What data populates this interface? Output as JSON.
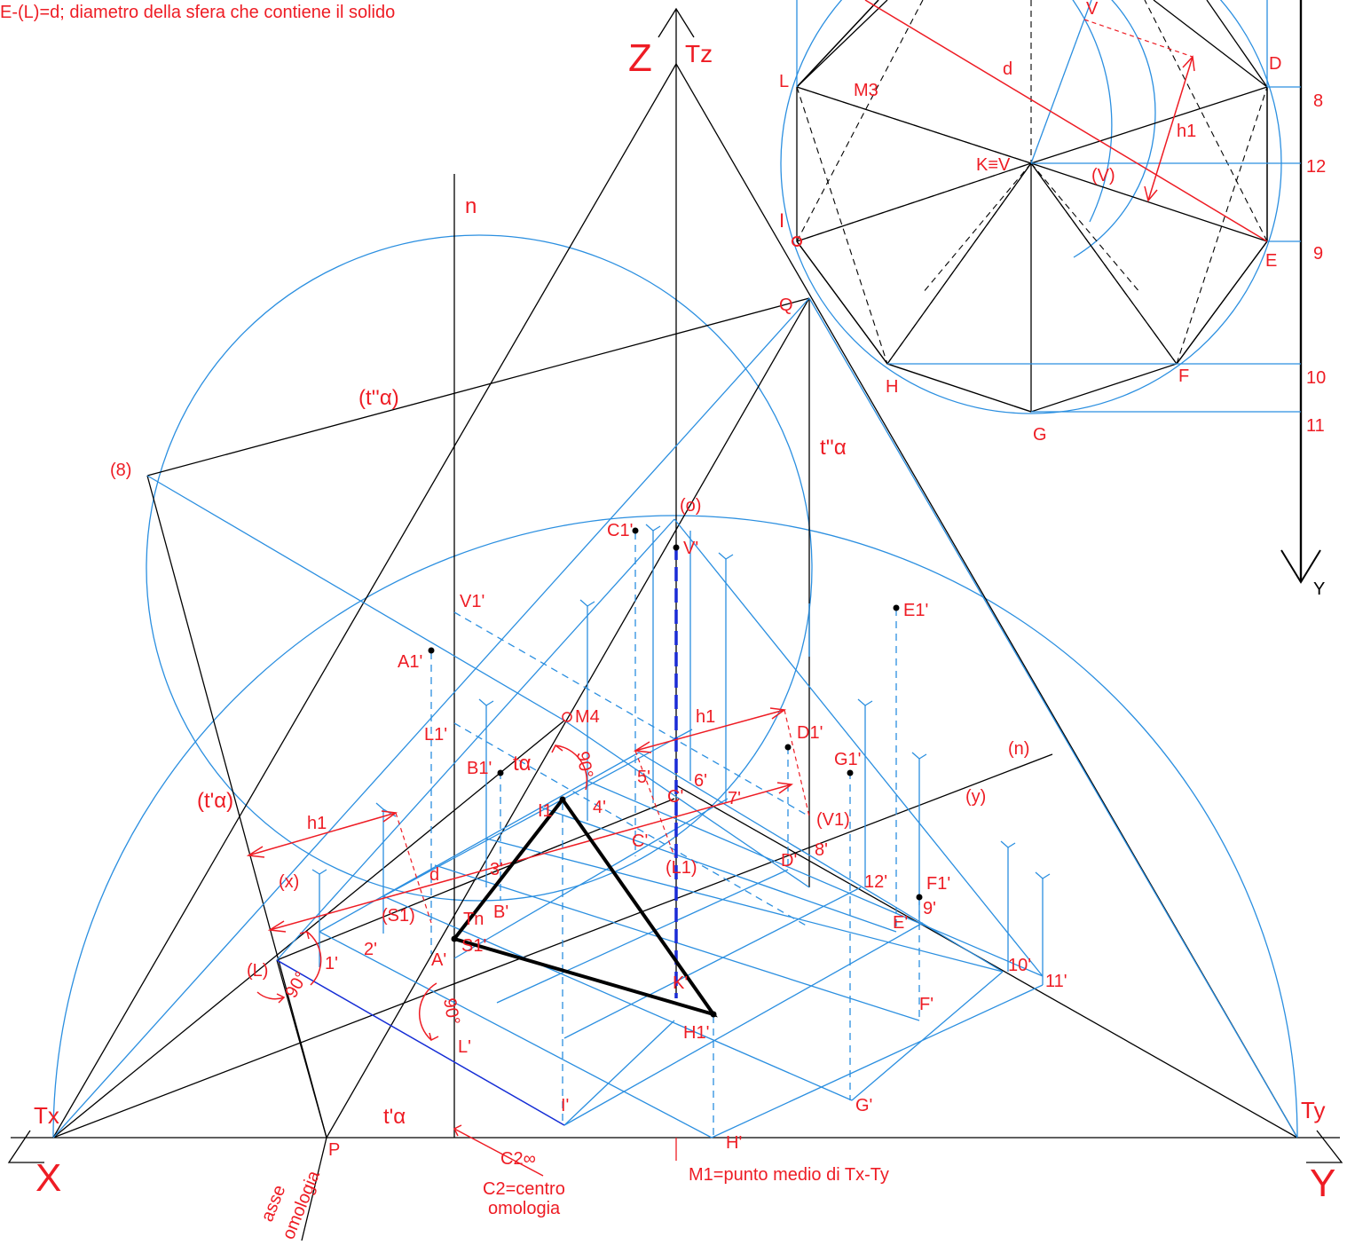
{
  "header": {
    "caption": "E-(L)=d; diametro della sfera che contiene il solido"
  },
  "axes": {
    "x": "X",
    "y": "Y",
    "z": "Z",
    "y_small": "Y",
    "tx": "Tx",
    "ty": "Ty",
    "tz": "Tz",
    "p": "P"
  },
  "notes": {
    "asse_line1": "asse",
    "asse_line2": "omologia",
    "c2_infinity": "C2∞",
    "c2_line1": "C2=centro",
    "c2_line2": "omologia",
    "m1": "M1=punto medio di Tx-Ty"
  },
  "traces": {
    "t2_alpha": "t''α",
    "t2_alpha_rot": "(t''α)",
    "t1_alpha": "t'α",
    "t1_alpha_rot": "(t'α)",
    "t_alpha": "tα",
    "n": "n",
    "n_rot": "(n)",
    "x_rot": "(x)",
    "y_rot": "(y)",
    "q": "Q",
    "eight_rot": "(8)",
    "o_rot": "(o)",
    "m4": "M4",
    "angle90": "90°"
  },
  "top_view": {
    "labels": {
      "v": "V",
      "d_pt": "D",
      "l": "L",
      "m3": "M3",
      "d": "d",
      "h1": "h1",
      "kv": "K≡V",
      "v_rot": "(V)",
      "i": "I",
      "e": "E",
      "h": "H",
      "f": "F",
      "g": "G"
    },
    "scale": [
      "8",
      "12",
      "9",
      "10",
      "11"
    ]
  },
  "points": {
    "c1p": "C1'",
    "vp": "V'",
    "v1p": "V1'",
    "a1p": "A1'",
    "e1p": "E1'",
    "l1p": "L1'",
    "d1p": "D1'",
    "g1p": "G1'",
    "b1p": "B1'",
    "i1": "I1",
    "p4": "4'",
    "p5": "5'",
    "p6": "6'",
    "p7": "7'",
    "cp": "C'",
    "cp2": "C'",
    "l1_rot": "(L1)",
    "v1_rot": "(V1)",
    "dp": "D'",
    "p8": "8'",
    "p12": "12'",
    "f1p": "F1'",
    "p9": "9'",
    "ep": "E'",
    "p3": "3'",
    "bp": "B'",
    "s1_rot": "(S1)",
    "tn": "Tn",
    "s1p": "S1'",
    "ap": "A'",
    "p2": "2'",
    "p1": "1'",
    "l_rot": "(L)",
    "kp": "K'",
    "p10": "10'",
    "p11": "11'",
    "fp": "F'",
    "h1p": "H1'",
    "lp": "L'",
    "ip": "I'",
    "gp": "G'",
    "hp": "H'",
    "h1": "h1",
    "d": "d"
  }
}
